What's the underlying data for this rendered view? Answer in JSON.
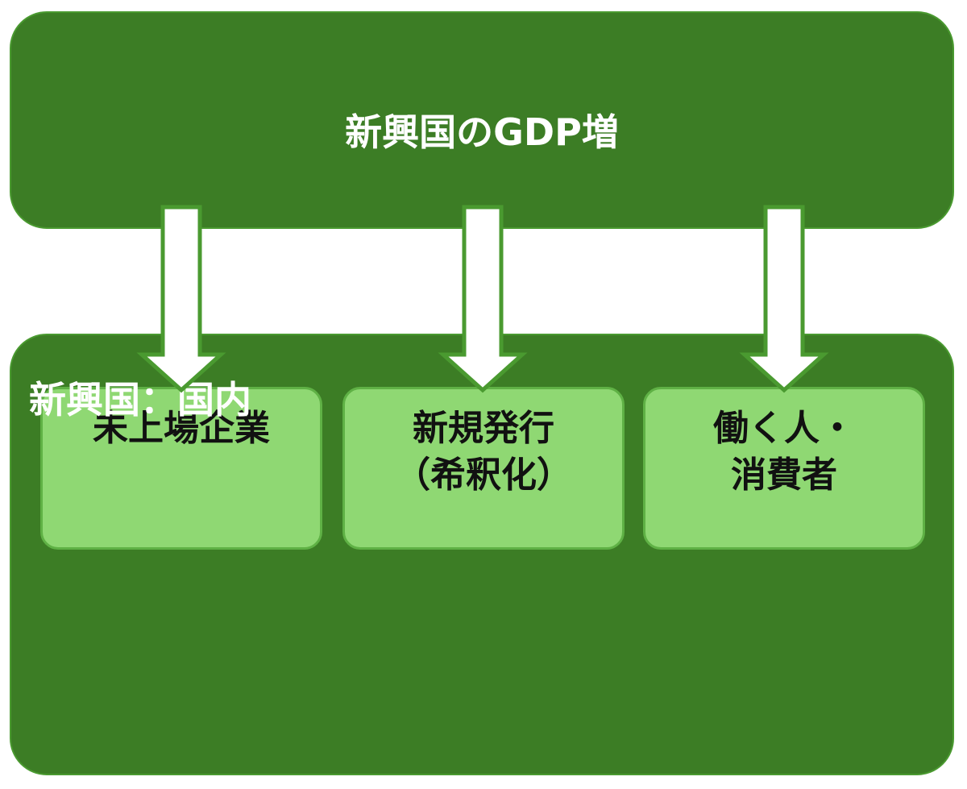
{
  "top": {
    "title": "新興国のGDP増"
  },
  "bottom": {
    "label": "新興国：国内"
  },
  "cards": [
    {
      "lines": [
        "未上場企業"
      ]
    },
    {
      "lines": [
        "新規発行",
        "（希釈化）"
      ]
    },
    {
      "lines": [
        "働く人・",
        "消費者"
      ]
    }
  ],
  "colors": {
    "box_fill": "#3c7d25",
    "card_fill": "#8fd873",
    "arrow_fill": "#ffffff",
    "arrow_outline": "#4a9a30"
  }
}
